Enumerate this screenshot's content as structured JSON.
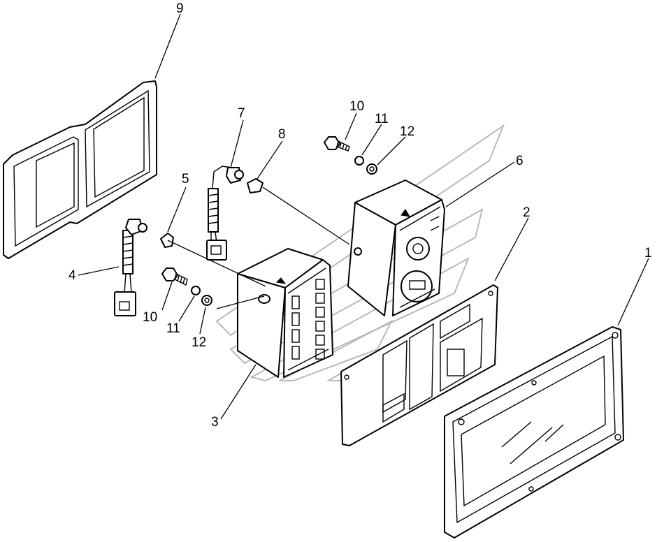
{
  "callouts": [
    {
      "id": "c1",
      "text": "1"
    },
    {
      "id": "c2",
      "text": "2"
    },
    {
      "id": "c3",
      "text": "3"
    },
    {
      "id": "c4",
      "text": "4"
    },
    {
      "id": "c5",
      "text": "5"
    },
    {
      "id": "c6",
      "text": "6"
    },
    {
      "id": "c7",
      "text": "7"
    },
    {
      "id": "c8",
      "text": "8"
    },
    {
      "id": "c9",
      "text": "9"
    },
    {
      "id": "c10a",
      "text": "10"
    },
    {
      "id": "c11a",
      "text": "11"
    },
    {
      "id": "c12a",
      "text": "12"
    },
    {
      "id": "c10b",
      "text": "10"
    },
    {
      "id": "c11b",
      "text": "11"
    },
    {
      "id": "c12b",
      "text": "12"
    }
  ],
  "colors": {
    "line": "#000000",
    "watermark": "#b9b9b9",
    "background": "#ffffff"
  }
}
